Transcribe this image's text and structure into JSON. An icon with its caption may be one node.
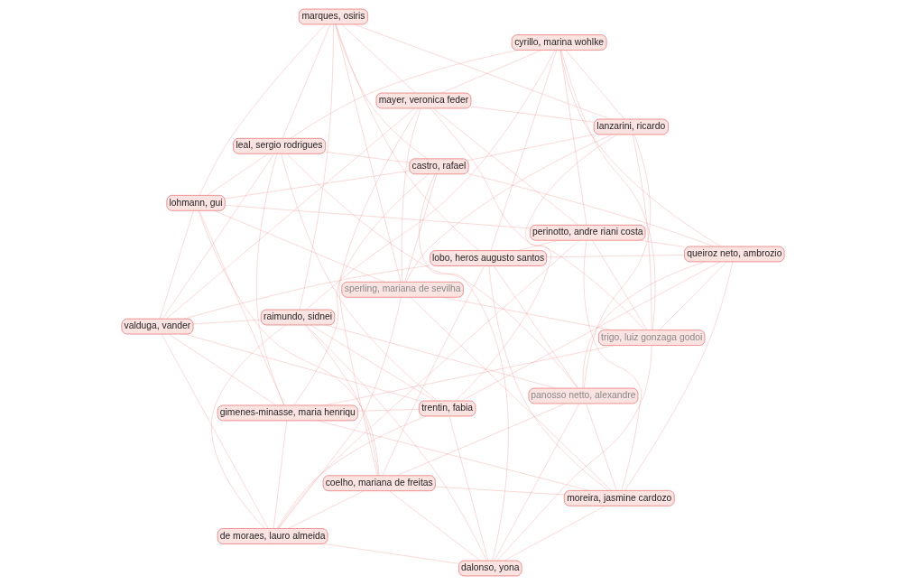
{
  "diagram": {
    "nodes": [
      {
        "text": [
          "valduga, vander"
        ]
      },
      {
        "text": [
          "mayer, veronica feder"
        ]
      },
      {
        "text": [
          "coelho, mariana de freitas"
        ]
      },
      {
        "text": [
          "lohmann, gui"
        ]
      },
      {
        "text": [
          "perinotto, andre riani costa"
        ]
      },
      {
        "text": [
          "de moraes, lauro almeida"
        ]
      },
      {
        "text": [
          "sperling, mariana de sevilha"
        ]
      },
      {
        "text": [
          "moreira, jasmine cardozo"
        ]
      },
      {
        "text": [
          "gimenes-minasse, maria henriqu"
        ]
      },
      {
        "text": [
          "trigo, luiz gonzaga godoi"
        ]
      },
      {
        "text": [
          "dalonso, yona"
        ]
      },
      {
        "text": [
          "castro, rafael"
        ]
      },
      {
        "text": [
          "queiroz neto, ambrozio"
        ]
      },
      {
        "text": [
          "trentin, fabia"
        ]
      },
      {
        "text": [
          "lanzarini, ricardo"
        ]
      },
      {
        "text": [
          "panosso netto, alexandre"
        ]
      },
      {
        "text": [
          "leal, sergio rodrigues"
        ]
      },
      {
        "text": [
          "cyrillo, marina wohlke"
        ]
      },
      {
        "text": [
          "raimundo, sidnei"
        ]
      },
      {
        "text": [
          "marques, osiris"
        ]
      },
      {
        "text": [
          "lobo, heros augusto santos"
        ]
      }
    ],
    "edges": [
      {
        "from": 0,
        "to": 1,
        "arrow": "none"
      },
      {
        "from": 0,
        "to": 3,
        "arrow": "none"
      },
      {
        "from": 0,
        "to": 5,
        "arrow": "none"
      },
      {
        "from": 0,
        "to": 8,
        "arrow": "none"
      },
      {
        "from": 1,
        "to": 2,
        "arrow": "none"
      },
      {
        "from": 1,
        "to": 4,
        "arrow": "none"
      },
      {
        "from": 1,
        "to": 6,
        "arrow": "none"
      },
      {
        "from": 1,
        "to": 9,
        "arrow": "none"
      },
      {
        "from": 2,
        "to": 3,
        "arrow": "none"
      },
      {
        "from": 2,
        "to": 5,
        "arrow": "none"
      },
      {
        "from": 2,
        "to": 7,
        "arrow": "none"
      },
      {
        "from": 2,
        "to": 10,
        "arrow": "none"
      },
      {
        "from": 3,
        "to": 4,
        "arrow": "none"
      },
      {
        "from": 3,
        "to": 6,
        "arrow": "none"
      },
      {
        "from": 3,
        "to": 8,
        "arrow": "none"
      },
      {
        "from": 3,
        "to": 11,
        "arrow": "none"
      },
      {
        "from": 4,
        "to": 5,
        "arrow": "none"
      },
      {
        "from": 4,
        "to": 7,
        "arrow": "none"
      },
      {
        "from": 4,
        "to": 9,
        "arrow": "none"
      },
      {
        "from": 4,
        "to": 12,
        "arrow": "none"
      },
      {
        "from": 5,
        "to": 6,
        "arrow": "none"
      },
      {
        "from": 5,
        "to": 8,
        "arrow": "none"
      },
      {
        "from": 5,
        "to": 10,
        "arrow": "none"
      },
      {
        "from": 5,
        "to": 13,
        "arrow": "none"
      },
      {
        "from": 6,
        "to": 7,
        "arrow": "none"
      },
      {
        "from": 6,
        "to": 9,
        "arrow": "none"
      },
      {
        "from": 6,
        "to": 11,
        "arrow": "none"
      },
      {
        "from": 6,
        "to": 14,
        "arrow": "none"
      },
      {
        "from": 7,
        "to": 8,
        "arrow": "none"
      },
      {
        "from": 7,
        "to": 10,
        "arrow": "none"
      },
      {
        "from": 7,
        "to": 12,
        "arrow": "none"
      },
      {
        "from": 7,
        "to": 15,
        "arrow": "none"
      },
      {
        "from": 8,
        "to": 9,
        "arrow": "none"
      },
      {
        "from": 8,
        "to": 11,
        "arrow": "none"
      },
      {
        "from": 8,
        "to": 13,
        "arrow": "none"
      },
      {
        "from": 8,
        "to": 16,
        "arrow": "none"
      },
      {
        "from": 9,
        "to": 10,
        "arrow": "none"
      },
      {
        "from": 9,
        "to": 12,
        "arrow": "none"
      },
      {
        "from": 9,
        "to": 14,
        "arrow": "none"
      },
      {
        "from": 9,
        "to": 17,
        "arrow": "none"
      },
      {
        "from": 10,
        "to": 11,
        "arrow": "none"
      },
      {
        "from": 10,
        "to": 13,
        "arrow": "none"
      },
      {
        "from": 10,
        "to": 15,
        "arrow": "none"
      },
      {
        "from": 10,
        "to": 18,
        "arrow": "none"
      },
      {
        "from": 11,
        "to": 12,
        "arrow": "none"
      },
      {
        "from": 11,
        "to": 14,
        "arrow": "none"
      },
      {
        "from": 11,
        "to": 16,
        "arrow": "none"
      },
      {
        "from": 11,
        "to": 19,
        "arrow": "none"
      },
      {
        "from": 12,
        "to": 13,
        "arrow": "none"
      },
      {
        "from": 12,
        "to": 15,
        "arrow": "none"
      },
      {
        "from": 12,
        "to": 17,
        "arrow": "none"
      },
      {
        "from": 12,
        "to": 20,
        "arrow": "none"
      },
      {
        "from": 13,
        "to": 14,
        "arrow": "none"
      },
      {
        "from": 13,
        "to": 16,
        "arrow": "none"
      },
      {
        "from": 13,
        "to": 18,
        "arrow": "none"
      },
      {
        "from": 13,
        "to": 0,
        "arrow": "none"
      },
      {
        "from": 14,
        "to": 15,
        "arrow": "none"
      },
      {
        "from": 14,
        "to": 17,
        "arrow": "none"
      },
      {
        "from": 14,
        "to": 19,
        "arrow": "none"
      },
      {
        "from": 14,
        "to": 1,
        "arrow": "none"
      },
      {
        "from": 15,
        "to": 16,
        "arrow": "none"
      },
      {
        "from": 15,
        "to": 18,
        "arrow": "none"
      },
      {
        "from": 15,
        "to": 20,
        "arrow": "none"
      },
      {
        "from": 15,
        "to": 2,
        "arrow": "none"
      },
      {
        "from": 16,
        "to": 17,
        "arrow": "none"
      },
      {
        "from": 16,
        "to": 19,
        "arrow": "none"
      },
      {
        "from": 16,
        "to": 0,
        "arrow": "none"
      },
      {
        "from": 16,
        "to": 3,
        "arrow": "none"
      },
      {
        "from": 17,
        "to": 18,
        "arrow": "none"
      },
      {
        "from": 17,
        "to": 20,
        "arrow": "none"
      },
      {
        "from": 17,
        "to": 1,
        "arrow": "none"
      },
      {
        "from": 17,
        "to": 4,
        "arrow": "none"
      },
      {
        "from": 18,
        "to": 19,
        "arrow": "none"
      },
      {
        "from": 18,
        "to": 0,
        "arrow": "none"
      },
      {
        "from": 18,
        "to": 2,
        "arrow": "none"
      },
      {
        "from": 18,
        "to": 5,
        "arrow": "none"
      },
      {
        "from": 19,
        "to": 20,
        "arrow": "none"
      },
      {
        "from": 19,
        "to": 1,
        "arrow": "none"
      },
      {
        "from": 19,
        "to": 3,
        "arrow": "none"
      },
      {
        "from": 19,
        "to": 6,
        "arrow": "none"
      },
      {
        "from": 20,
        "to": 0,
        "arrow": "none"
      },
      {
        "from": 20,
        "to": 2,
        "arrow": "none"
      },
      {
        "from": 20,
        "to": 4,
        "arrow": "none"
      },
      {
        "from": 20,
        "to": 7,
        "arrow": "none"
      }
    ]
  }
}
